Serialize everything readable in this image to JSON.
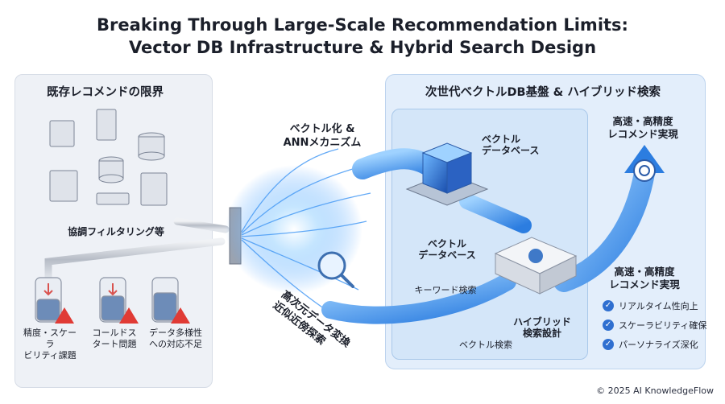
{
  "title": {
    "line1": "Breaking Through Large-Scale Recommendation Limits:",
    "line2": "Vector DB Infrastructure & Hybrid Search Design"
  },
  "left_panel": {
    "heading": "既存レコメンドの限界",
    "servers_label": "協調フィルタリング等",
    "flasks": [
      {
        "line1": "精度・スケーラ",
        "line2": "ビリティ課題"
      },
      {
        "line1": "コールドス",
        "line2": "タート問題"
      },
      {
        "line1": "データ多様性",
        "line2": "への対応不足"
      }
    ]
  },
  "center": {
    "vectorize_line1": "ベクトル化 &",
    "vectorize_line2": "ANNメカニズム",
    "rotated_line1": "高次元データ変換",
    "rotated_line2": "近似近傍探索"
  },
  "right_panel": {
    "heading": "次世代ベクトルDB基盤 & ハイブリッド検索",
    "vectordb_top_line1": "ベクトル",
    "vectordb_top_line2": "データベース",
    "vectordb_mid_line1": "ベクトル",
    "vectordb_mid_line2": "データベース",
    "keyword_search": "キーワード検索",
    "vector_search": "ベクトル検索",
    "hybrid_line1": "ハイブリッド",
    "hybrid_line2": "検索設計",
    "arrow_label_line1": "高速・高精度",
    "arrow_label_line2": "レコメンド実現",
    "result_line1": "高速・高精度",
    "result_line2": "レコメンド実現",
    "benefits": [
      "リアルタイム性向上",
      "スケーラビリティ確保",
      "パーソナライズ深化"
    ]
  },
  "footer": {
    "copyright": "© 2025 AI KnowledgeFlow"
  }
}
